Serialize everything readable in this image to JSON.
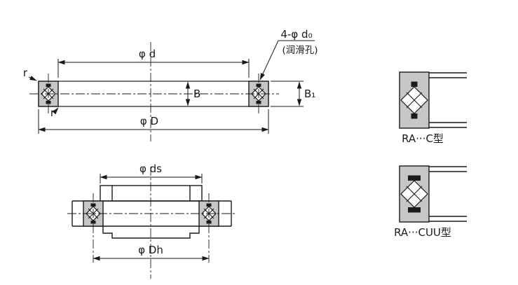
{
  "front_view": {
    "dim_inner_diameter": "φ d",
    "dim_outer_diameter": "φ D",
    "dim_width": "B",
    "dim_width_b1": "B₁",
    "fillet_top": "r",
    "fillet_bottom": "r",
    "lube_callout": "4-φ d₀",
    "lube_note": "(润滑孔)"
  },
  "mounting_view": {
    "dim_spigot_diameter": "φ ds",
    "dim_housing_diameter": "φ Dh"
  },
  "details": {
    "type_c_label": "RA···C型",
    "type_cuu_label": "RA···CUU型"
  },
  "colors": {
    "line": "#1a1a1a",
    "section_fill": "#c6c6c6",
    "background": "#ffffff"
  }
}
